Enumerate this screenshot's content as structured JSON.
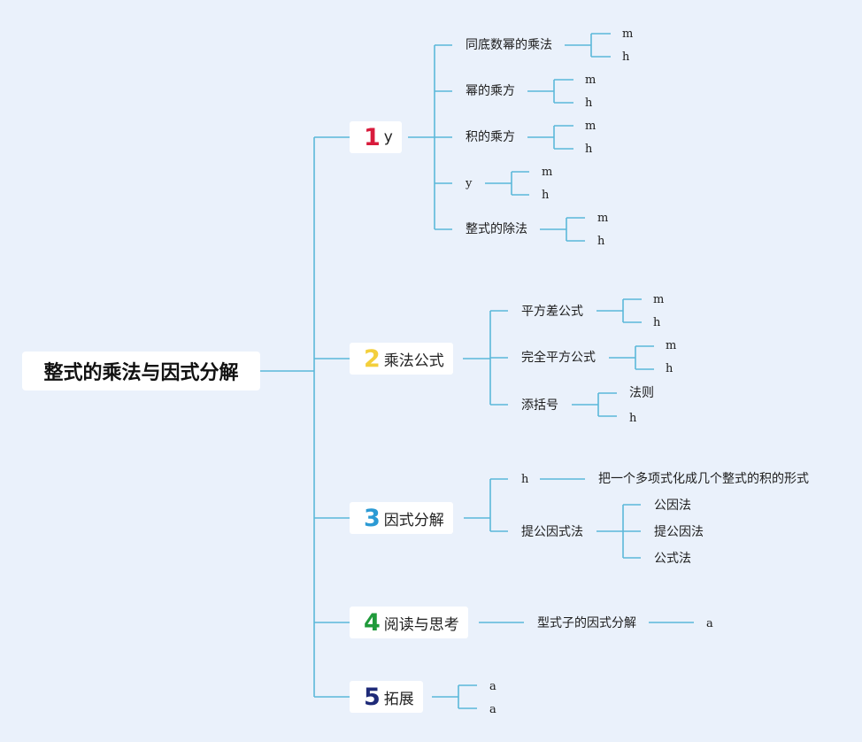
{
  "root": {
    "title": "整式的乘法与因式分解"
  },
  "branches": [
    {
      "num": "1",
      "num_color": "#d81b3c",
      "label": "y",
      "children": [
        {
          "label": "同底数幂的乘法",
          "leaves": [
            "m",
            "h"
          ]
        },
        {
          "label": "幂的乘方",
          "leaves": [
            "m",
            "h"
          ]
        },
        {
          "label": "积的乘方",
          "leaves": [
            "m",
            "h"
          ]
        },
        {
          "label": "y",
          "leaves": [
            "m",
            "h"
          ]
        },
        {
          "label": "整式的除法",
          "leaves": [
            "m",
            "h"
          ]
        }
      ]
    },
    {
      "num": "2",
      "num_color": "#f3cf3c",
      "label": "乘法公式",
      "children": [
        {
          "label": "平方差公式",
          "leaves": [
            "m",
            "h"
          ]
        },
        {
          "label": "完全平方公式",
          "leaves": [
            "m",
            "h"
          ]
        },
        {
          "label": "添括号",
          "leaves": [
            "法则",
            "h"
          ]
        }
      ]
    },
    {
      "num": "3",
      "num_color": "#2b9ad4",
      "label": "因式分解",
      "children": [
        {
          "label": "h",
          "leaves": [
            "把一个多项式化成几个整式的积的形式"
          ]
        },
        {
          "label": "提公因式法",
          "leaves": [
            "公因法",
            "提公因法",
            "公式法"
          ]
        }
      ]
    },
    {
      "num": "4",
      "num_color": "#1f9a3a",
      "label": "阅读与思考",
      "children": [
        {
          "label": "型式子的因式分解",
          "leaves": [
            "a"
          ]
        }
      ]
    },
    {
      "num": "5",
      "num_color": "#1e2a78",
      "label": "拓展",
      "children": [],
      "leaves": [
        "a",
        "a"
      ]
    }
  ],
  "line_color": "#5bb8d9"
}
